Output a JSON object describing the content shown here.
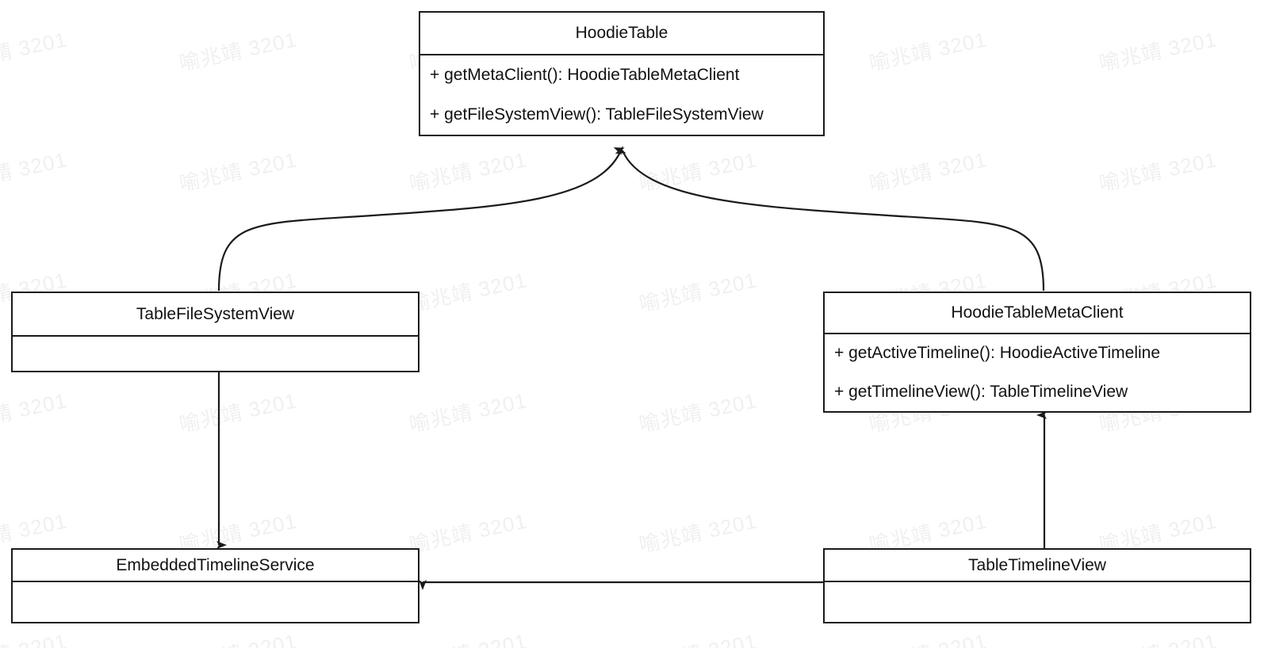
{
  "diagram": {
    "title": "HoodieTable UML class diagram",
    "type": "uml-class-diagram",
    "background_color": "#ffffff",
    "line_color": "#1a1a1a",
    "text_color": "#111111",
    "watermark": {
      "text": "喻兆靖 3201",
      "color": "#f0f0f0",
      "rotation_deg": -12
    }
  },
  "classes": {
    "hoodie_table": {
      "name": "HoodieTable",
      "members": [
        "+ getMetaClient(): HoodieTableMetaClient",
        "+ getFileSystemView(): TableFileSystemView"
      ]
    },
    "table_file_system_view": {
      "name": "TableFileSystemView",
      "members": []
    },
    "hoodie_table_meta_client": {
      "name": "HoodieTableMetaClient",
      "members": [
        "+ getActiveTimeline(): HoodieActiveTimeline",
        "+ getTimelineView(): TableTimelineView"
      ]
    },
    "embedded_timeline_service": {
      "name": "EmbeddedTimelineService",
      "members": []
    },
    "table_timeline_view": {
      "name": "TableTimelineView",
      "members": []
    }
  },
  "relationships": [
    {
      "id": "rel-fsview-to-hoodietable",
      "from": "TableFileSystemView",
      "to": "HoodieTable",
      "style": "curved",
      "arrowhead": "solid-filled"
    },
    {
      "id": "rel-metaclient-to-hoodietable",
      "from": "HoodieTableMetaClient",
      "to": "HoodieTable",
      "style": "curved",
      "arrowhead": "solid-filled"
    },
    {
      "id": "rel-fsview-to-embedded",
      "from": "TableFileSystemView",
      "to": "EmbeddedTimelineService",
      "style": "straight-vertical",
      "arrowhead": "solid-filled"
    },
    {
      "id": "rel-timelineview-to-metaclient",
      "from": "TableTimelineView",
      "to": "HoodieTableMetaClient",
      "style": "straight-vertical",
      "arrowhead": "solid-filled"
    },
    {
      "id": "rel-timelineview-to-embedded",
      "from": "TableTimelineView",
      "to": "EmbeddedTimelineService",
      "style": "straight-horizontal",
      "arrowhead": "solid-filled"
    }
  ]
}
